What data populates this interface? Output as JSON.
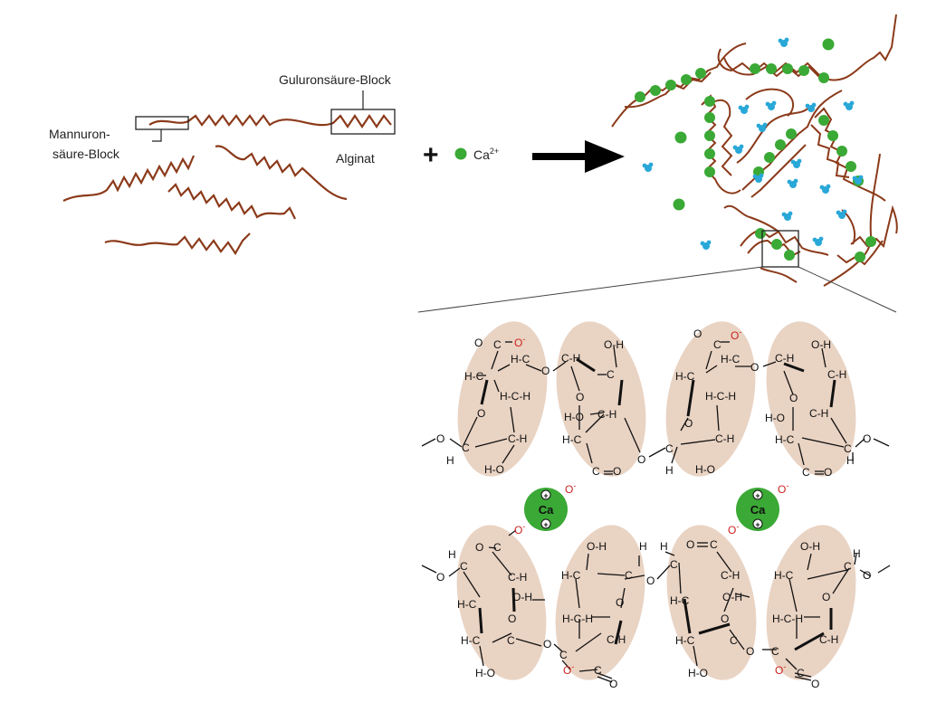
{
  "labels": {
    "guluron_block": "Guluronsäure-Block",
    "mannuron_line1": "Mannuron-",
    "mannuron_line2": "säure-Block",
    "alginat": "Alginat",
    "plus": "+",
    "calcium": "Ca",
    "calcium_charge": "2+"
  },
  "ion": {
    "symbol": "Ca",
    "charge_mark": "+",
    "oxygen_anion": "O",
    "minus": "-"
  },
  "colors": {
    "chain": "#8b3a1a",
    "calcium": "#3aa935",
    "water": "#29a8d8",
    "sugar_ring_fill": "#e9d3c3",
    "anion": "#cc2222",
    "arrow": "#000000"
  }
}
